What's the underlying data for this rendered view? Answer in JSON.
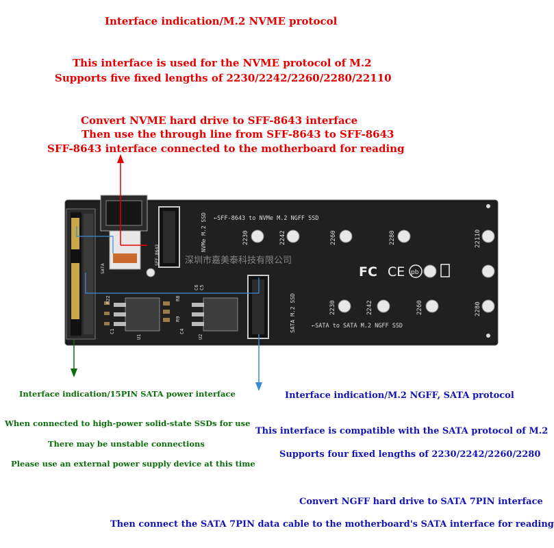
{
  "top": {
    "title": "Interface indication/M.2 NVME protocol",
    "line1": "This interface is used for the NVME protocol of M.2",
    "line2": "Supports five fixed lengths of 2230/2242/2260/2280/22110",
    "line3": "Convert NVME hard drive to SFF-8643 interface",
    "line4": "Then use the through line from SFF-8643 to SFF-8643",
    "line5": "SFF-8643 interface connected to the motherboard for reading"
  },
  "board": {
    "label_nvme": "←SFF-8643 to NVMe M.2 NGFF SSD",
    "label_sata": "←SATA to SATA M.2 NGFF SSD",
    "slot_nvme": "NVMe M.2 SSD",
    "slot_sata": "SATA M.2 SSD",
    "sff_label": "SFF-8643",
    "sata_label": "SATA",
    "watermark": "深圳市嘉美泰科技有限公司",
    "top_lengths": [
      "2230",
      "2242",
      "2260",
      "2280",
      "22110"
    ],
    "bottom_lengths": [
      "2230",
      "2242",
      "2260",
      "2280"
    ],
    "refs": [
      "R22",
      "C1",
      "U1",
      "U2",
      "C4",
      "C5",
      "C6",
      "R8",
      "R9"
    ],
    "cert": [
      "FC",
      "CE",
      "pb"
    ]
  },
  "left": {
    "title": "Interface indication/15PIN SATA power interface",
    "line1": "When connected to high-power solid-state SSDs for use",
    "line2": "There may be unstable connections",
    "line3": "Please use an external power supply device at this time"
  },
  "right": {
    "title": "Interface indication/M.2 NGFF, SATA protocol",
    "line1": "This interface is compatible with the SATA protocol of M.2",
    "line2": "Supports four fixed lengths of 2230/2242/2260/2280",
    "line3": "Convert NGFF hard drive to SATA 7PIN interface",
    "line4": "Then connect the SATA 7PIN data cable to the motherboard's SATA interface for reading"
  },
  "colors": {
    "red": "#e60000",
    "green": "#0b6e0b",
    "blue": "#1414b4",
    "pcb": "#1a1a1a"
  }
}
